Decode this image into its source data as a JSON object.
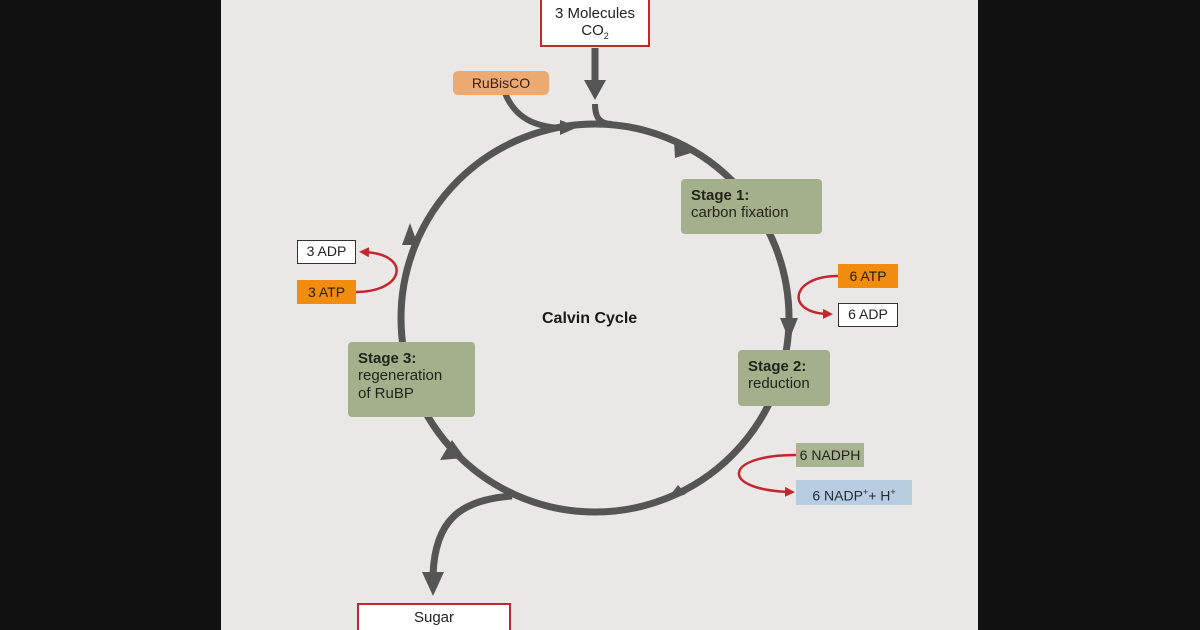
{
  "diagram": {
    "center_label": "Calvin Cycle",
    "co2_input": {
      "line1": "3 Molecules",
      "line2_main": "CO",
      "line2_sub": "2"
    },
    "enzyme": "RuBisCO",
    "stages": [
      {
        "title": "Stage 1:",
        "lines": [
          "carbon fixation"
        ]
      },
      {
        "title": "Stage 2:",
        "lines": [
          "reduction"
        ]
      },
      {
        "title": "Stage 3:",
        "lines": [
          "regeneration",
          "of RuBP"
        ]
      }
    ],
    "stage1_inputs": {
      "atp": "6 ATP",
      "adp": "6 ADP"
    },
    "stage2_inputs": {
      "nadph": "6 NADPH",
      "nadp_main": "6 NADP",
      "nadp_sup1": "+",
      "nadp_plus": "+ H",
      "nadp_sup2": "+"
    },
    "stage3_inputs": {
      "adp": "3 ADP",
      "atp": "3 ATP"
    },
    "output": "Sugar"
  },
  "colors": {
    "background_frame": "#e9e8e7",
    "letterbox": "#111111",
    "cycle_arrow": "#555555",
    "red_arrow": "#c4262e",
    "stage_box": "#a3b08b",
    "atp_box": "#f28c0f",
    "rubisco_box": "#eca971",
    "nadp_box": "#b9cde0"
  }
}
